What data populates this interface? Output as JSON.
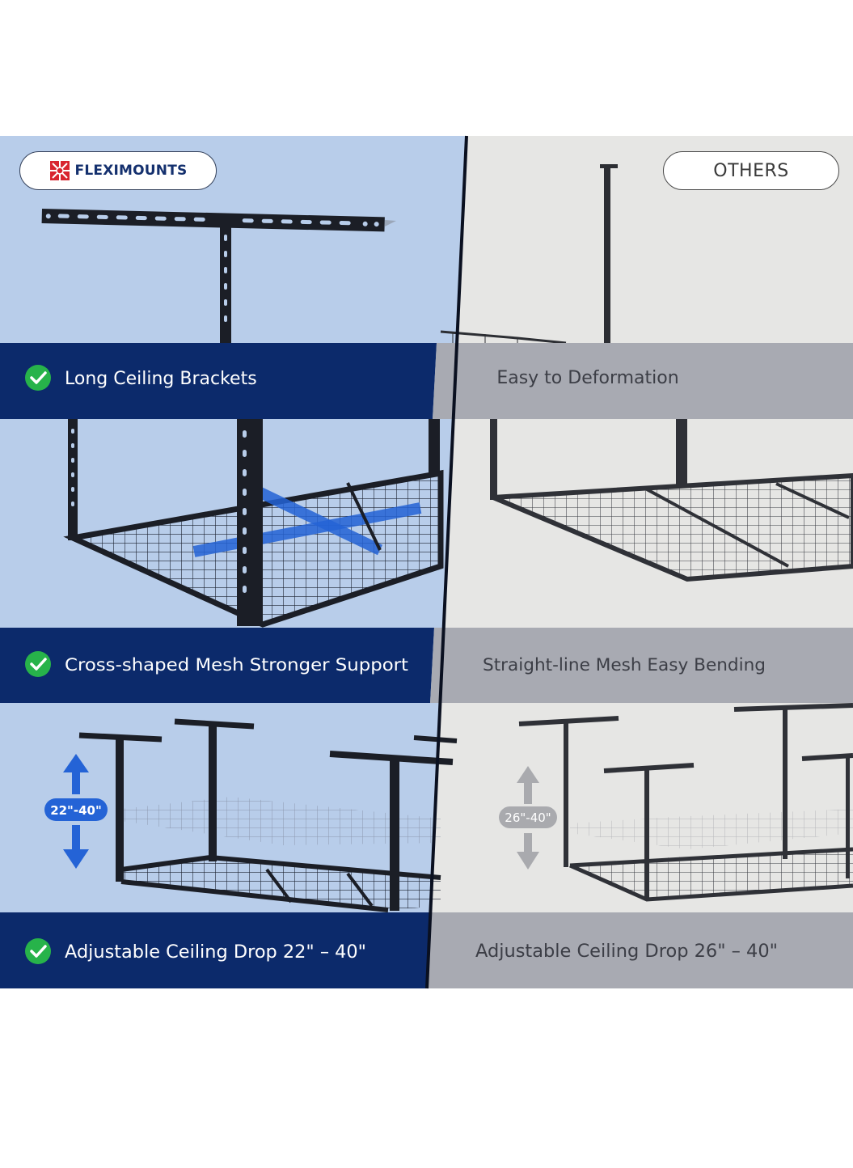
{
  "brand": {
    "name": "FLEXIMOUNTS",
    "logo_icon": "fleximounts-logo"
  },
  "competitor": {
    "label": "OTHERS"
  },
  "rows": [
    {
      "left_label": "Long Ceiling Brackets",
      "right_label": "Easy to Deformation"
    },
    {
      "left_label": "Cross-shaped Mesh Stronger Support",
      "right_label": "Straight-line Mesh Easy Bending"
    },
    {
      "left_label": "Adjustable Ceiling Drop 22\" – 40\"",
      "right_label": "Adjustable Ceiling Drop 26\" – 40\""
    }
  ],
  "height_badges": {
    "left": "22\"-40\"",
    "right": "26\"-40\""
  },
  "colors": {
    "left_bg": "#b8cdea",
    "right_bg": "#e6e6e4",
    "left_band": "#0c2a6b",
    "right_band": "#a8aab2",
    "check": "#27b34a",
    "accent_blue": "#2463d6",
    "right_text": "#3c3e46"
  }
}
